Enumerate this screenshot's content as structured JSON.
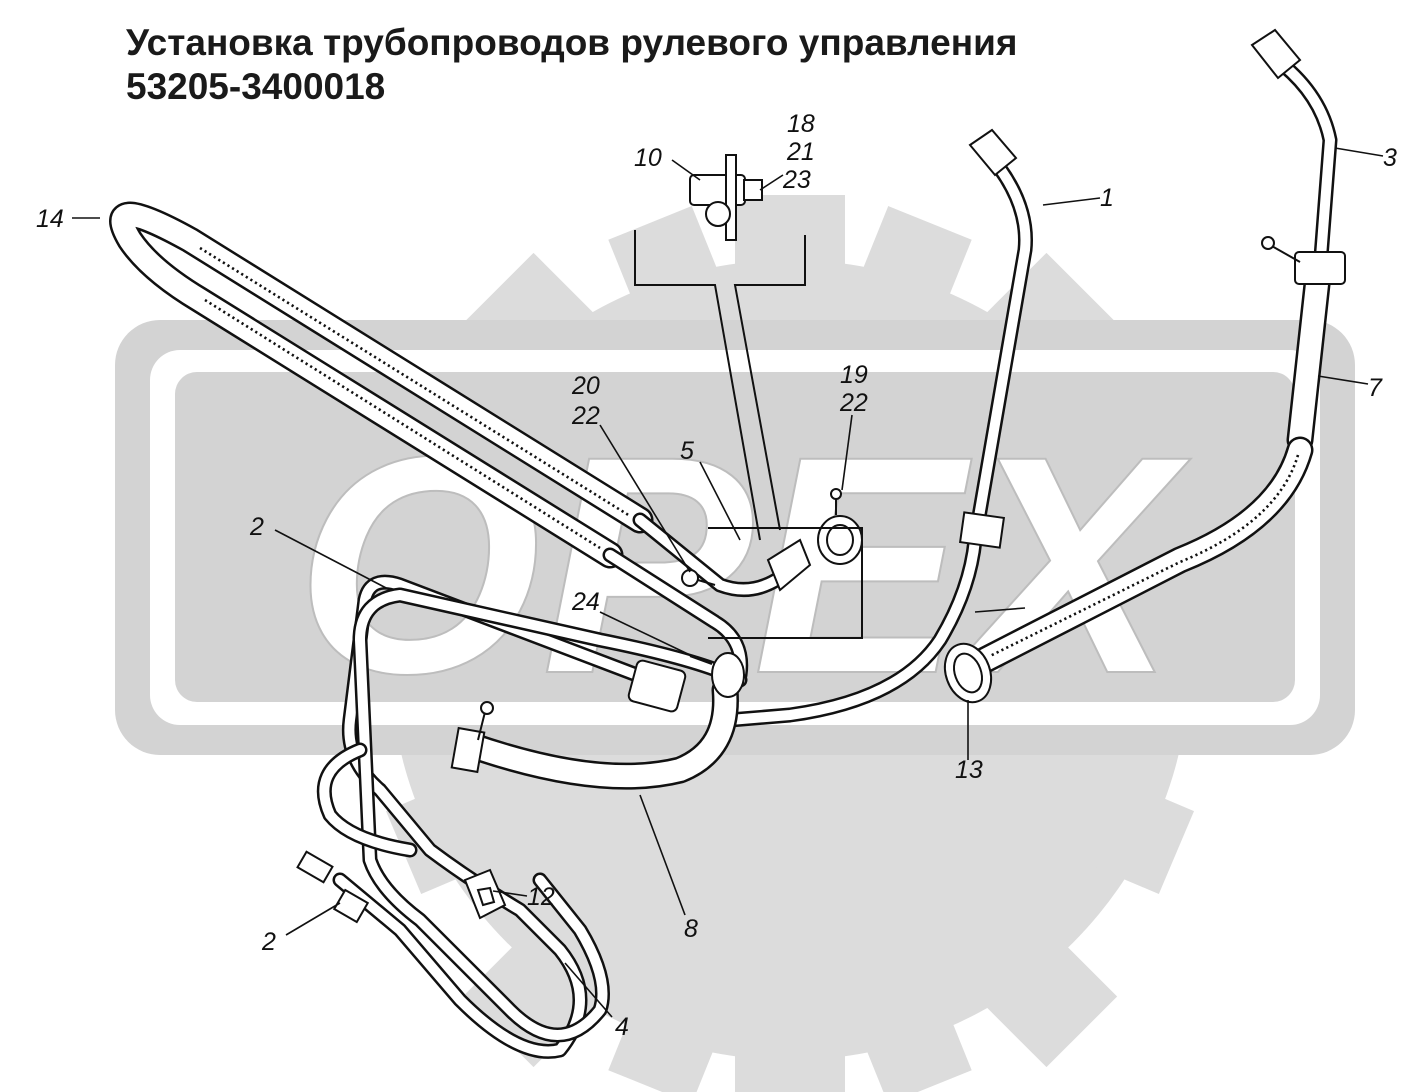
{
  "title": {
    "line1": "Установка трубопроводов рулевого управления",
    "line2": "53205-3400018"
  },
  "watermark": {
    "text": "OPEX"
  },
  "callouts": {
    "c1": "1",
    "c2a": "2",
    "c2b": "2",
    "c3": "3",
    "c4": "4",
    "c5": "5",
    "c7": "7",
    "c8": "8",
    "c10": "10",
    "c12": "12",
    "c13": "13",
    "c14": "14",
    "c18": "18",
    "c21": "21",
    "c23": "23",
    "c20": "20",
    "c22a": "22",
    "c19": "19",
    "c22b": "22",
    "c24": "24"
  },
  "colors": {
    "watermark": "#dcdcdc",
    "line": "#111111"
  }
}
